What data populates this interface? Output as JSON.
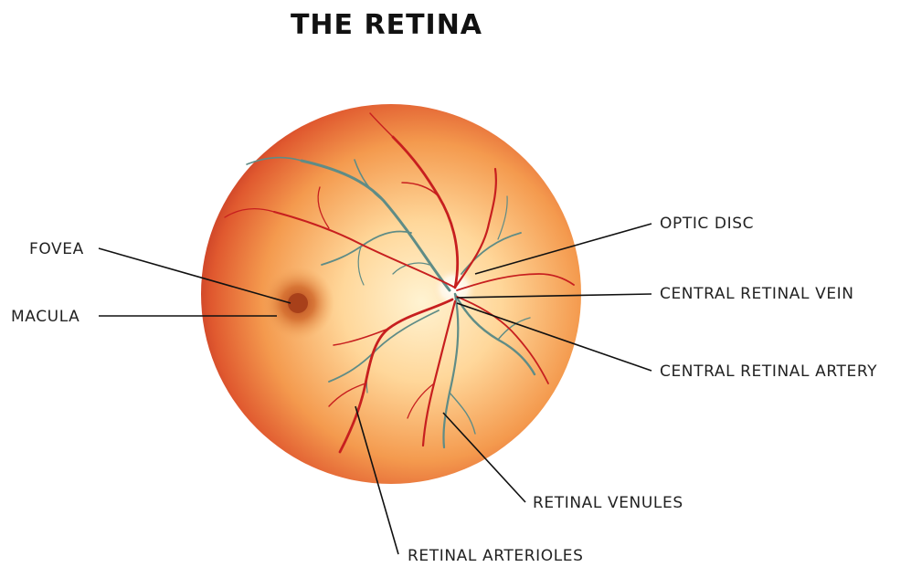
{
  "title": "THE RETINA",
  "labels": {
    "fovea": "FOVEA",
    "macula": "MACULA",
    "optic_disc": "OPTIC DISC",
    "central_retinal_vein": "CENTRAL RETINAL VEIN",
    "central_retinal_artery": "CENTRAL RETINAL ARTERY",
    "retinal_venules": "RETINAL VENULES",
    "retinal_arterioles": "RETINAL ARTERIOLES"
  },
  "colors": {
    "retina_center": "#FFDDA6",
    "retina_edge": "#D7482C",
    "artery": "#C71F1F",
    "vein": "#5F8C86",
    "leader_line": "#111111"
  }
}
